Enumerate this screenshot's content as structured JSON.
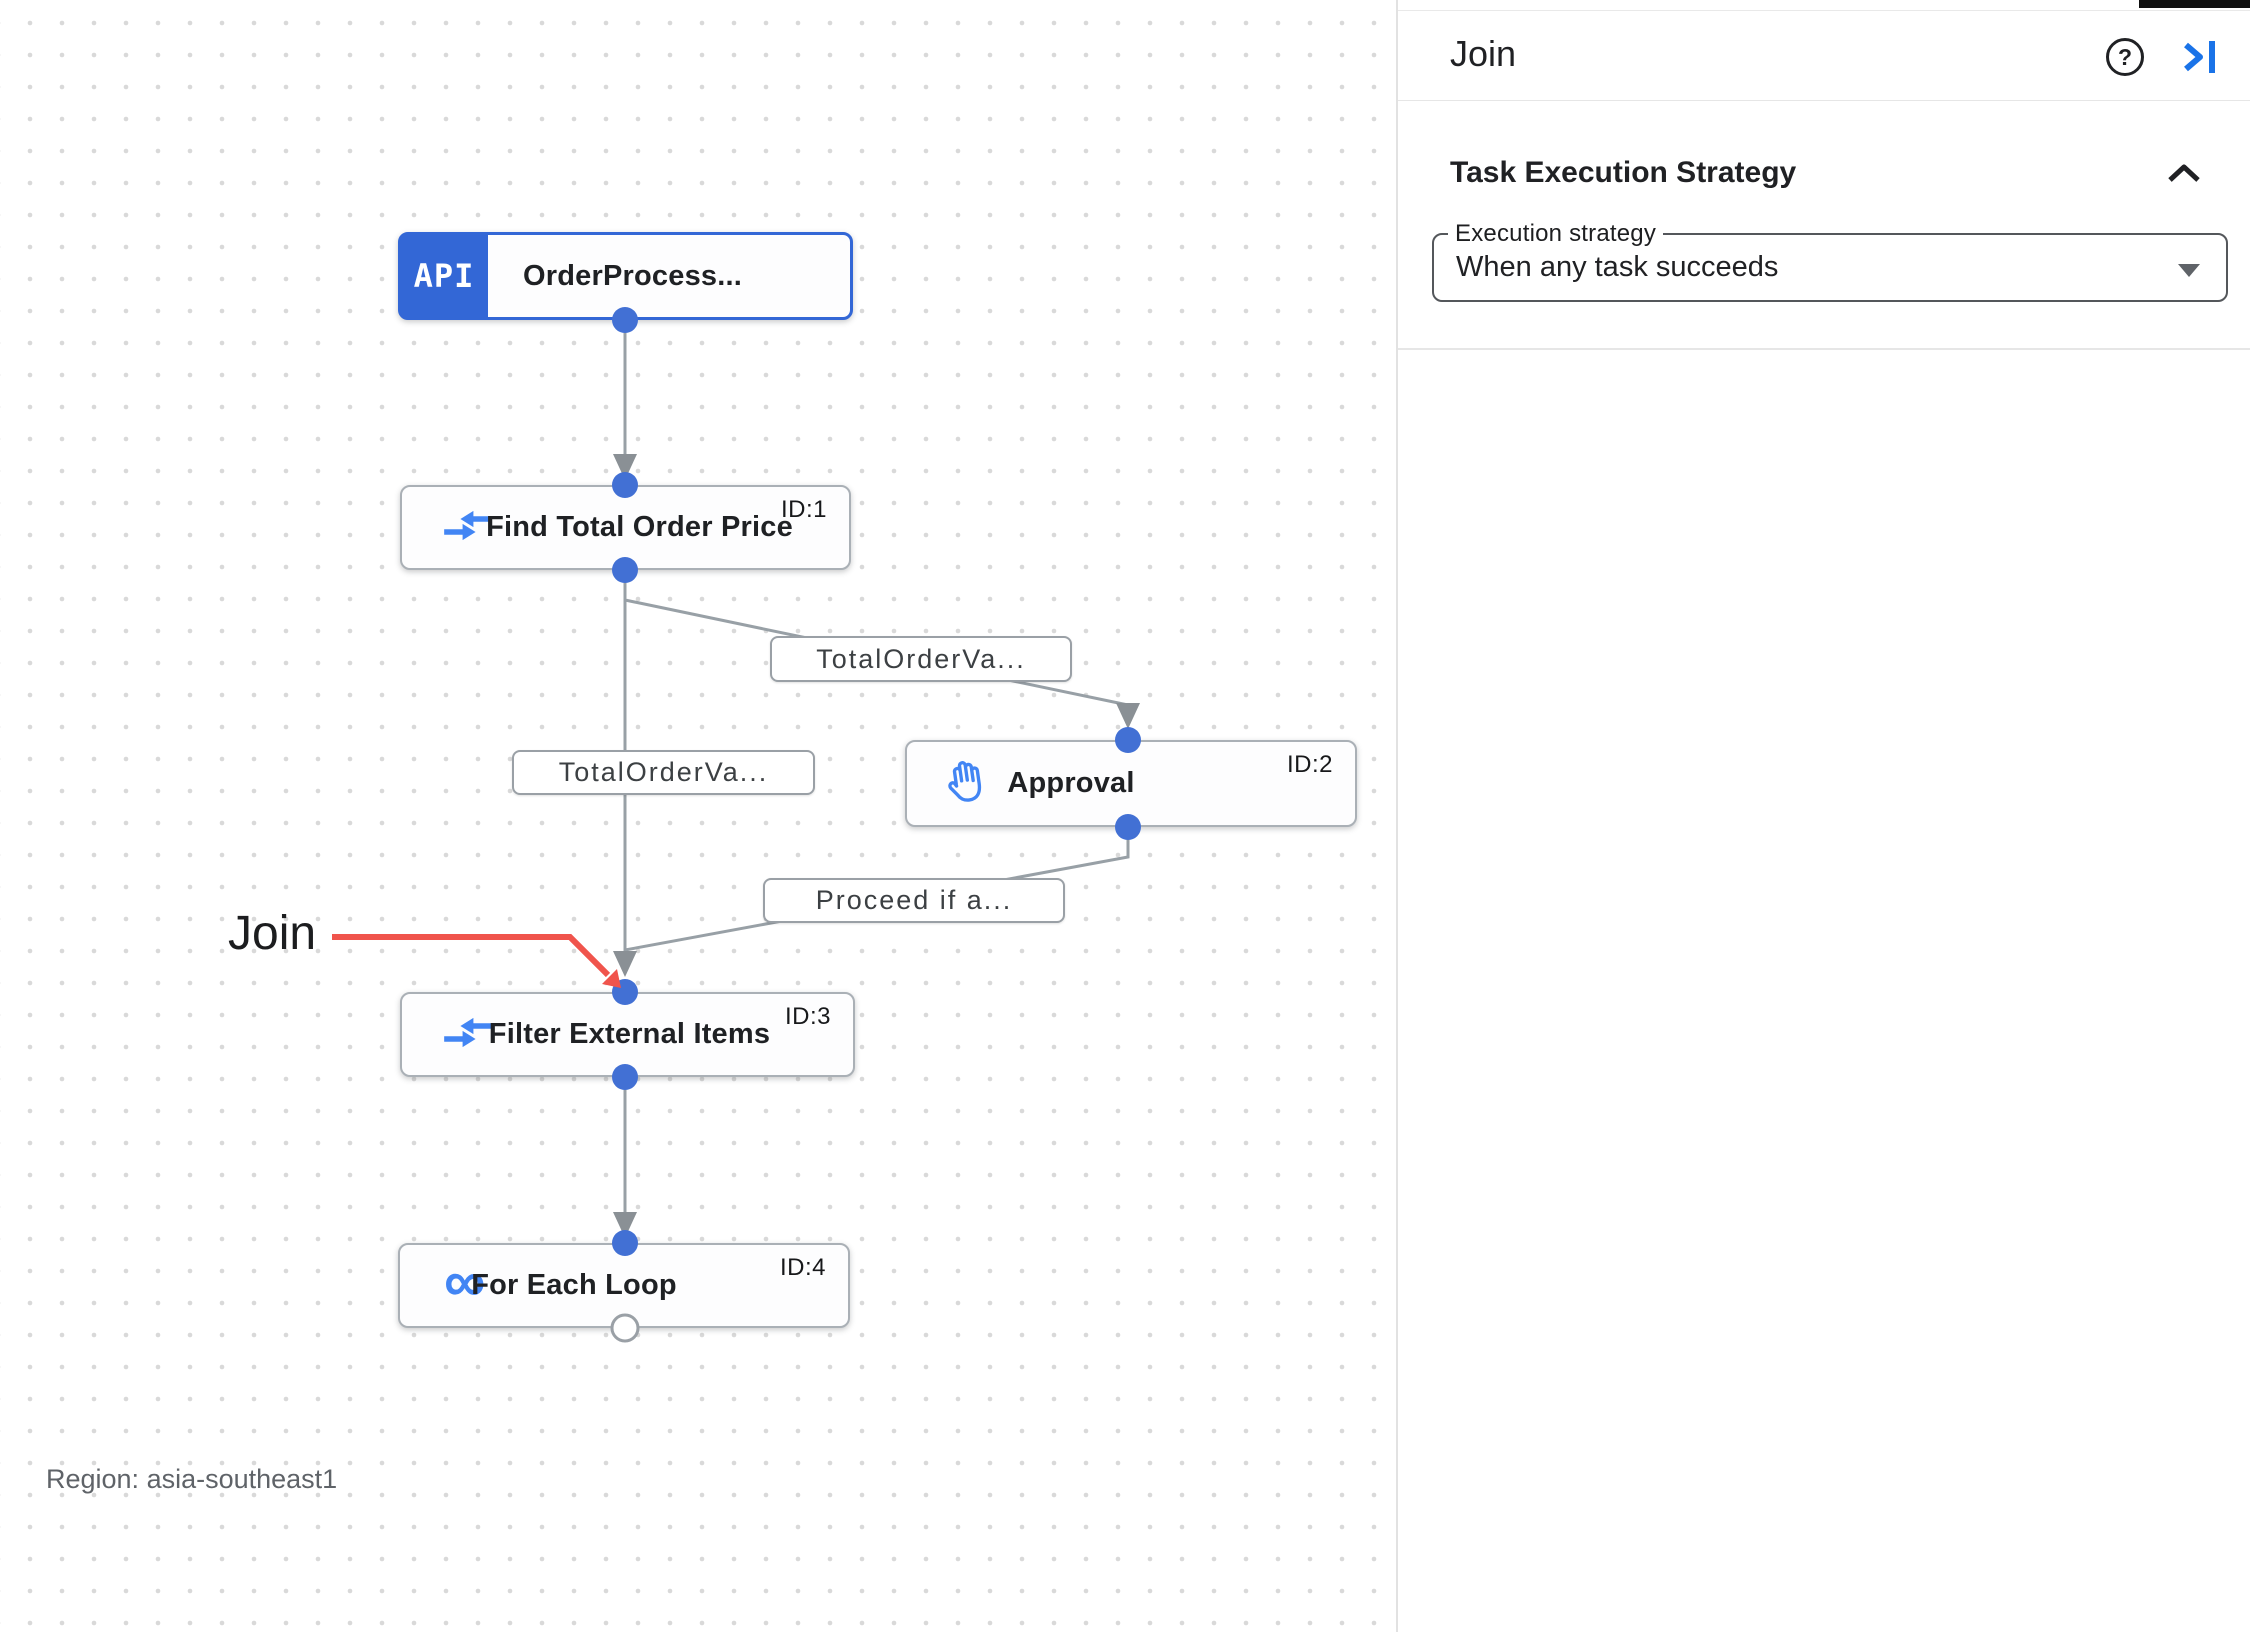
{
  "panel": {
    "title": "Join",
    "help_glyph": "?",
    "section": {
      "heading": "Task Execution Strategy",
      "field_label": "Execution strategy",
      "field_value": "When any task succeeds"
    }
  },
  "canvas": {
    "region_label": "Region: asia-southeast1",
    "annotation": {
      "label": "Join"
    },
    "nodes": [
      {
        "badge": "API",
        "title": "OrderProcess...",
        "icon": "api-badge"
      },
      {
        "id_label": "ID:1",
        "title": "Find Total Order Price",
        "icon": "data-mapping"
      },
      {
        "id_label": "ID:2",
        "title": "Approval",
        "icon": "hand"
      },
      {
        "id_label": "ID:3",
        "title": "Filter External Items",
        "icon": "data-mapping"
      },
      {
        "id_label": "ID:4",
        "title": "For Each Loop",
        "icon": "infinity",
        "infinity_glyph": "∞"
      }
    ],
    "edge_labels": [
      {
        "text": "TotalOrderVa..."
      },
      {
        "text": "TotalOrderVa..."
      },
      {
        "text": "Proceed if a..."
      }
    ]
  },
  "colors": {
    "node_accent_blue": "#3367d6",
    "icon_blue": "#4285f4",
    "port_blue": "#4270d4",
    "edge_gray": "#98a0a6",
    "annotation_red": "#f0544c",
    "panel_action_blue": "#1a73e8"
  }
}
